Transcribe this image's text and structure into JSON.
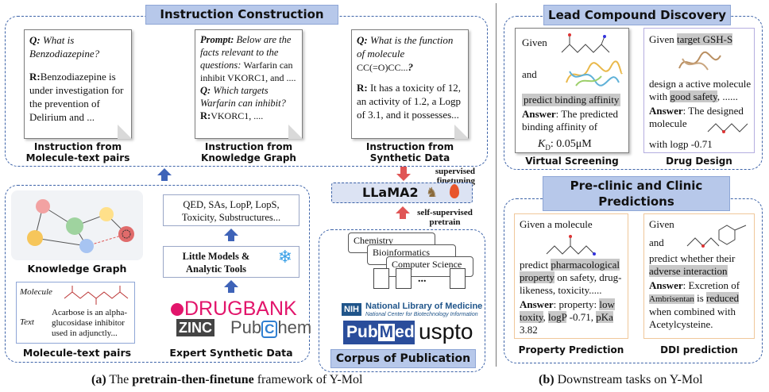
{
  "left": {
    "instruction_title": "Instruction Construction",
    "card1": {
      "q_label": "Q:",
      "q_text": "What is Benzodiazepine?",
      "r_label": "R:",
      "r_text": "Benzodiazepine is under investigation for the prevention of Delirium and ...",
      "caption": "Instruction from Molecule-text pairs"
    },
    "card2": {
      "prompt_label": "Prompt:",
      "prompt_text": "Below are the facts relevant to the questions:",
      "facts": "Warfarin can inhibit VKORC1, and ....",
      "q_label": "Q:",
      "q_text": "Which targets Warfarin can inhibit?",
      "r_label": "R:",
      "r_text": "VKORC1, ....",
      "caption": "Instruction from Knowledge Graph"
    },
    "card3": {
      "q_label": "Q:",
      "q_text": "What is the function of molecule",
      "smiles": "CC(=O)CC...",
      "q_end": "?",
      "r_label": "R:",
      "r_text": "It has a toxicity of 12, an activity of 1.2, a Logp of 3.1, and it possesses...",
      "caption": "Instruction from Synthetic Data"
    },
    "kg_caption": "Knowledge Graph",
    "mt": {
      "molecule_label": "Molecule",
      "text_label": "Text",
      "text_value": "Acarbose is an alpha-glucosidase inhibitor used in adjunctly...",
      "caption": "Molecule-text pairs"
    },
    "props_box": "QED, SAs, LopP, LopS, Toxicity, Substructures...",
    "tools_box": "Little Models & Analytic Tools",
    "drugbank": "DRUGBANK",
    "zinc": "ZINC",
    "pubchem_pre": "Pub",
    "pubchem_c": "C",
    "pubchem_post": "hem",
    "expert_caption": "Expert Synthetic Data",
    "llama": "LLaMA2",
    "supervised": "supervised finetuning",
    "self_supervised": "self-supervised pretrain",
    "corpus": {
      "chemistry": "Chemistry",
      "bioinformatics": "Bioinformatics",
      "cs": "Computer Science",
      "dots": "...",
      "nih": "NIH",
      "nlm_title": "National Library of Medicine",
      "nlm_sub": "National Center for Biotechnology Information",
      "pubmed_pre": "Pub",
      "pubmed_post": "ed",
      "pubmed_m": "M",
      "uspto": "uspto",
      "title": "Corpus of Publication"
    },
    "caption_a_label": "(a)",
    "caption_a_pre": "The",
    "caption_a_bold": "pretrain-then-finetune",
    "caption_a_post": "framework of Y-Mol"
  },
  "right": {
    "lead_title": "Lead Compound Discovery",
    "vs": {
      "given": "Given",
      "and": "and",
      "task": "predict binding affinity",
      "answer_label": "Answer",
      "answer_text": ": The predicted binding affinity of",
      "kd": "K",
      "kd_sub": "D",
      "kd_val": ": 0.05μM",
      "caption": "Virtual Screening"
    },
    "dd": {
      "given": "Given",
      "target": "target GSH-S",
      "design": "design a active molecule with",
      "good": "good safety",
      "design_end": ", ......",
      "answer_label": "Answer",
      "answer_text": ": The designed molecule",
      "logp": "with logp -0.71",
      "caption": "Drug Design"
    },
    "preclinic_title": "Pre-clinic and Clinic Predictions",
    "pp": {
      "given": "Given a molecule",
      "predict": "predict",
      "pharm": "pharmacological property",
      "rest": "on safety, drug-likeness, toxicity.....",
      "answer_label": "Answer",
      "answer_text": ": property:",
      "low_tox": "low toxity",
      "logp": "logP",
      "logp_val": "-0.71,",
      "pka": "pKa",
      "pka_val": "3.82",
      "caption": "Property Prediction"
    },
    "ddi": {
      "given": "Given",
      "and": "and",
      "predict": "predict whether their",
      "adverse": "adverse interaction",
      "answer_label": "Answer",
      "answer_text": ": Excretion of",
      "drug": "Ambrisentan",
      "is": "is",
      "reduced": "reduced",
      "rest": "when combined with Acetylcysteine.",
      "caption": "DDI prediction"
    },
    "caption_b_label": "(b)",
    "caption_b_text": "Downstream tasks on Y-Mol"
  },
  "colors": {
    "dash_blue": "#3d63a8",
    "tag_blue": "#b7c8ea",
    "arrow_blue": "#3e63b8",
    "arrow_red": "#e05555",
    "drugbank_pink": "#e2156b",
    "pubmed_blue": "#2a4d9b"
  }
}
